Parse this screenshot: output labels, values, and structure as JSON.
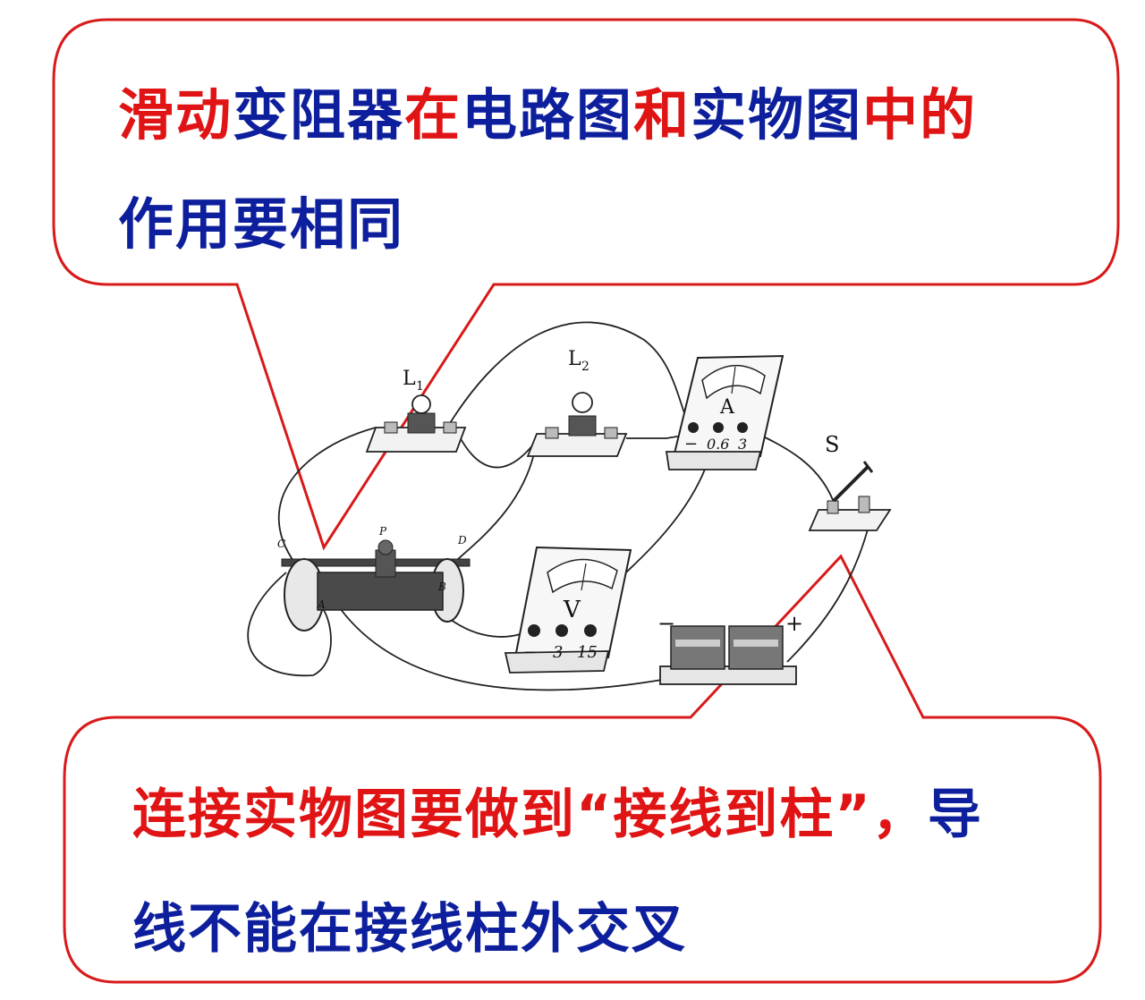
{
  "callout_top": {
    "line1": [
      {
        "text": "滑动",
        "color": "red"
      },
      {
        "text": "变阻器",
        "color": "blue"
      },
      {
        "text": "在",
        "color": "red"
      },
      {
        "text": "电路图",
        "color": "blue"
      },
      {
        "text": "和",
        "color": "red"
      },
      {
        "text": "实物图",
        "color": "blue"
      },
      {
        "text": "中的",
        "color": "red"
      }
    ],
    "line2": "作用要相同"
  },
  "callout_bottom": {
    "line1_red": "连接实物图要做到“接线到柱”，",
    "line1_blue": "导",
    "line2": "线不能在接线柱外交叉"
  },
  "labels": {
    "L1": "L",
    "L1_sub": "1",
    "L2": "L",
    "L2_sub": "2",
    "ammeter": "A",
    "ammeter_minus": "−",
    "ammeter_06": "0.6",
    "ammeter_3": "3",
    "switch": "S",
    "rheostat_C": "C",
    "rheostat_P": "P",
    "rheostat_D": "D",
    "rheostat_A": "A",
    "rheostat_B": "B",
    "voltmeter": "V",
    "voltmeter_minus": "−",
    "voltmeter_3": "3",
    "voltmeter_15": "15",
    "battery_minus": "−",
    "battery_plus": "+"
  },
  "colors": {
    "callout_border": "#d81a1a",
    "red_text": "#e01414",
    "blue_text": "#0d1f9c"
  }
}
